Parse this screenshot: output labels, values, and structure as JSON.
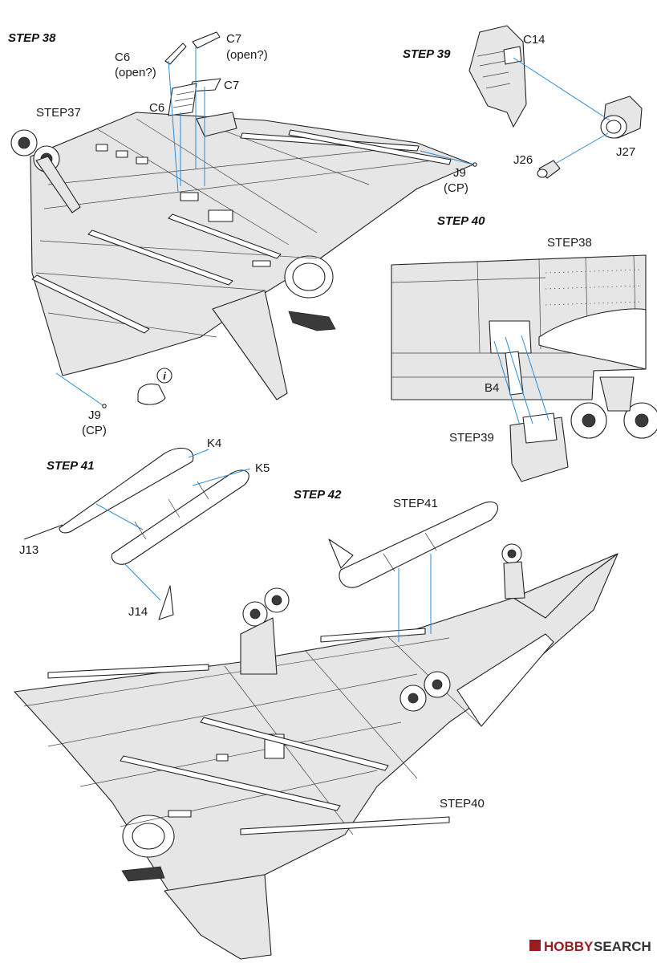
{
  "steps": {
    "s38": "STEP 38",
    "s39": "STEP 39",
    "s40": "STEP 40",
    "s41": "STEP 41",
    "s42": "STEP 42"
  },
  "step38_parts": {
    "c6_open_1": "C6",
    "c6_open_2": "(open?)",
    "c7_open_1": "C7",
    "c7_open_2": "(open?)",
    "c7": "C7",
    "c6": "C6",
    "ref_step37": "STEP37",
    "j9_right_1": "J9",
    "j9_right_2": "(CP)",
    "j9_bottom_1": "J9",
    "j9_bottom_2": "(CP)",
    "info_icon": "i"
  },
  "step39_parts": {
    "c14": "C14",
    "j26": "J26",
    "j27": "J27"
  },
  "step40_parts": {
    "ref_step38": "STEP38",
    "b4": "B4",
    "ref_step39": "STEP39"
  },
  "step41_parts": {
    "k4": "K4",
    "k5": "K5",
    "j13": "J13",
    "j14": "J14"
  },
  "step42_parts": {
    "ref_step41": "STEP41",
    "ref_step40": "STEP40"
  },
  "watermark": {
    "text_1": "HOBBY",
    "text_2": "SEARCH",
    "color_1": "#9a1c20",
    "color_2": "#333333"
  },
  "colors": {
    "leader": "#2a8bd6",
    "fill": "#e6e6e6",
    "outline": "#222222"
  }
}
